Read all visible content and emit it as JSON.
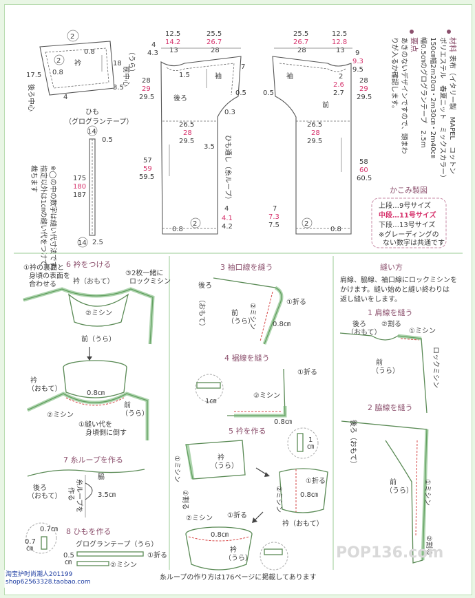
{
  "collar": {
    "label": "衿",
    "circle_num": "2",
    "top_circle": "2",
    "seam_0_8a": "0.8",
    "seam_0_8b": "0.8",
    "dim_18": "18",
    "dim_3_5": "3.5",
    "dim_17_5": "17.5",
    "dim_4": "4",
    "front_center": "前中心",
    "back_center": "後ろ中心",
    "loop_label": "（うら）"
  },
  "tie": {
    "title": "ひも",
    "subtitle": "（グログランテープ）",
    "top_num": "14",
    "bottom_num": "14",
    "dim_0_5": "0.5",
    "dim_175": "175",
    "dim_180": "180",
    "dim_187": "187",
    "dim_2_5": "2.5"
  },
  "note_allowance": [
    "※◯の中の数字は縫い代寸法です。",
    "指定以外は1㎝の縫い代をつけて",
    "裁ちます"
  ],
  "back_piece": {
    "label": "後ろ",
    "sleeve": "袖",
    "top_row1": [
      "12.5",
      "25.5"
    ],
    "top_row2": [
      "14.2",
      "26.7"
    ],
    "top_row3": [
      "13",
      "28"
    ],
    "left_4": "4",
    "left_4_3": "4.3",
    "seam_1_5": "1.5",
    "left_28": "28",
    "left_29": "29",
    "left_29_5": "29.5",
    "right_7": "7",
    "right_0_5": "0.5",
    "right_0_3": "0.3",
    "mid_26_5": "26.5",
    "mid_28": "28",
    "mid_29_5": "29.5",
    "loop_note": "ひも通し（糸ループ）",
    "loop_3_5": "3.5",
    "left_57": "57",
    "left_59": "59",
    "left_59_5": "59.5",
    "right_4": "4",
    "right_4_1": "4.1",
    "right_4_2": "4.2",
    "hem_0_8": "0.8",
    "hem_circle": "2"
  },
  "front_piece": {
    "label": "前",
    "sleeve": "袖",
    "top_row1": [
      "25.5",
      "12.5"
    ],
    "top_row2": [
      "26.7",
      "12.8"
    ],
    "top_row3": [
      "28",
      "13"
    ],
    "right_9": "9",
    "right_9_3": "9.3",
    "right_9_5": "9.5",
    "inner_2": "2",
    "inner_2_6": "2.6",
    "inner_2_7": "2.7",
    "seam_0_5": "0.5",
    "right_28": "28",
    "right_29": "29",
    "right_29_5": "29.5",
    "mid_26_5": "26.5",
    "mid_28": "28",
    "mid_29_5": "29.5",
    "right_58": "58",
    "right_60": "60",
    "right_60_5": "60.5",
    "left_7": "7",
    "left_7_3": "7.3",
    "left_7_5": "7.5",
    "hem_0_8": "0.8",
    "hem_circle": "2"
  },
  "materials": {
    "heading": "材料",
    "lines": [
      "表布（イタリー製　MAPEL　コットン",
      "ポリエステル　春夏ニット　ミックスカラー）",
      "150㎝幅2m20㎝・2m30㎝・2m40㎝",
      "幅0.5㎝のグログランテープ　2.5m",
      "要点",
      "あきのないデザインですので、頭まわ",
      "りが入るか確認します。"
    ]
  },
  "size_box": {
    "title": "かこみ製図",
    "top": "上段…9号サイズ",
    "middle": "中段…11号サイズ",
    "bottom": "下段…13号サイズ",
    "note1": "※グレーディングの",
    "note2": "ない数字は共通です"
  },
  "step6": {
    "title": "6 衿をつける",
    "note1a": "①衿の裏面と",
    "note1b": "身頃の表面を",
    "note1c": "合わせる",
    "collar_front": "衿（おもて）",
    "note3a": "③2枚一緒に",
    "note3b": "ロックミシン",
    "machine": "②ミシン",
    "front_back": "前（うら）",
    "collar_out": "衿",
    "collar_out2": "（おもて）",
    "seam_0_8": "0.8㎝",
    "front2": "前",
    "front2b": "（うら）",
    "machine2": "②ミシン",
    "tuck1": "①縫い代を",
    "tuck2": "身頃側に倒す"
  },
  "step7": {
    "title": "7 糸ループを作る",
    "armpit": "脇",
    "back": "後ろ",
    "back2": "（おもて）",
    "make": "作る",
    "loop": "糸ループを",
    "dim": "3.5㎝"
  },
  "step8": {
    "title": "8 ひもを作る",
    "d07a": "0.7㎝",
    "d07b": "0.7",
    "d07c": "㎝",
    "tape": "グログランテープ（うら）",
    "d05": "0.5",
    "d05b": "㎝",
    "fold": "①折る",
    "machine": "②ミシン"
  },
  "step3": {
    "title": "3 袖口線を縫う",
    "back": "後ろ",
    "back2": "（おもて）",
    "fold": "①折る",
    "front": "前",
    "front2": "（うら）",
    "machine": "②ミシン",
    "seam": "0.8㎝"
  },
  "step4": {
    "title": "4 裾線を縫う",
    "fold": "①折る",
    "d1": "1㎝",
    "machine": "②ミシン",
    "seam": "0.8㎝"
  },
  "step5": {
    "title": "5 衿を作る",
    "d1": "1",
    "d1b": "㎝",
    "machine": "①ミシン",
    "collar": "衿",
    "collar2": "（うら）",
    "split": "②割る",
    "fold": "①折る",
    "machine2": "②ミシン",
    "seam": "0.8㎝",
    "collar_out": "衿（おもて）",
    "machine3": "②ミシン",
    "fold2": "①折る",
    "seam2": "0.8㎝",
    "collar3": "衿",
    "collar3b": "（うら）"
  },
  "sewing": {
    "title": "縫い方",
    "intro1": "肩線、脇線、袖口線にロックミシンを",
    "intro2": "かけます。縫い始めと縫い終わりは",
    "intro3": "返し縫いをします。",
    "step1_title": "1 肩線を縫う",
    "back": "後ろ",
    "back2": "（おもて）",
    "split": "②割る",
    "machine": "①ミシン",
    "front": "前",
    "front2": "（うら）",
    "lock": "ロックミシン",
    "step2_title": "2 脇線を縫う",
    "back3": "後ろ（おもて）",
    "front3": "前",
    "front3b": "（うら）",
    "machine2": "①ミシン",
    "split2": "②割る"
  },
  "footer": "糸ループの作り方は176ページに掲載してあります",
  "logo": "POP136.com",
  "watermark": [
    "淘宝护时尚潮人201199",
    "shop62563328.taobao.com"
  ]
}
